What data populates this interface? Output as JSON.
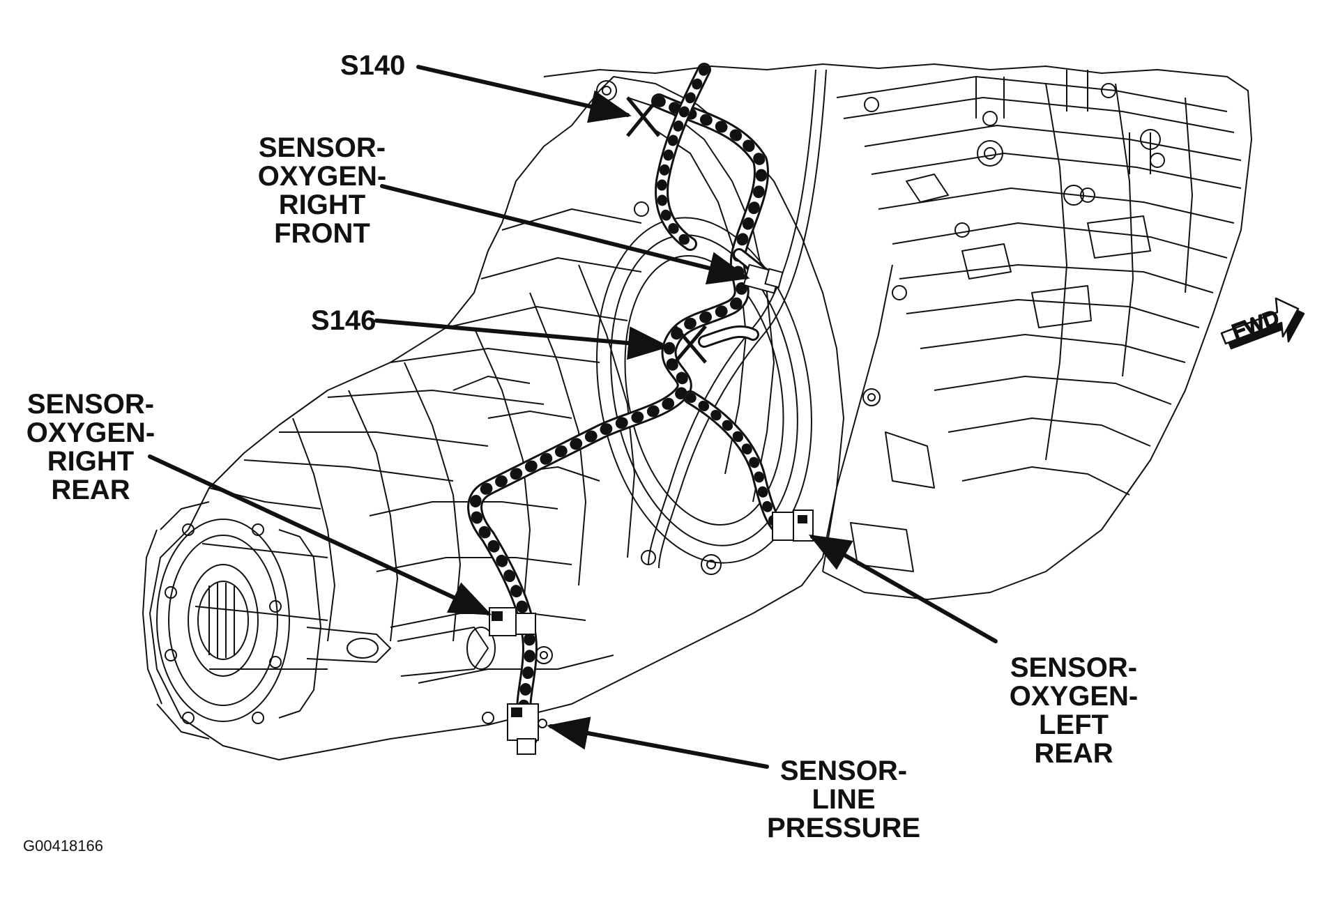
{
  "figure_id": "G00418166",
  "direction_indicator": "FWD",
  "colors": {
    "ink": "#111111",
    "paper": "#ffffff"
  },
  "callouts": {
    "s140": {
      "lines": [
        "S140"
      ]
    },
    "o2_right_front": {
      "lines": [
        "SENSOR-",
        "OXYGEN-",
        "RIGHT",
        "FRONT"
      ]
    },
    "s146": {
      "lines": [
        "S146"
      ]
    },
    "o2_right_rear": {
      "lines": [
        "SENSOR-",
        "OXYGEN-",
        "RIGHT",
        "REAR"
      ]
    },
    "o2_left_rear": {
      "lines": [
        "SENSOR-",
        "OXYGEN-",
        "LEFT",
        "REAR"
      ]
    },
    "line_pressure": {
      "lines": [
        "SENSOR-",
        "LINE",
        "PRESSURE"
      ]
    }
  }
}
